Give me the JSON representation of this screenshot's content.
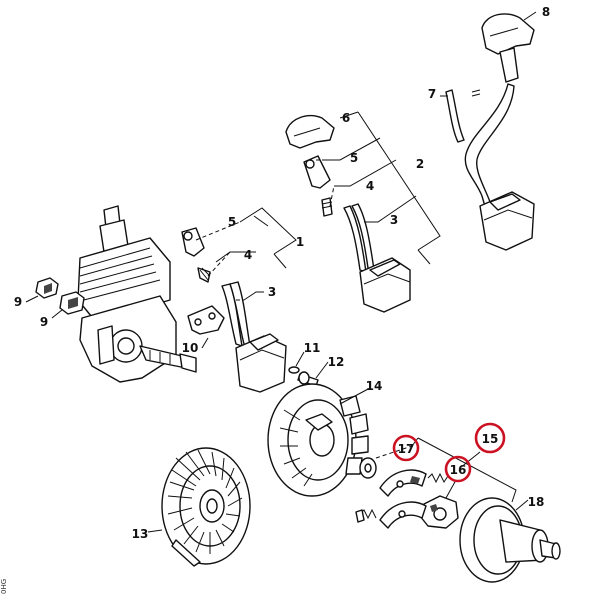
{
  "diagram": {
    "callouts": [
      {
        "id": "c1",
        "label": "1"
      },
      {
        "id": "c2",
        "label": "2"
      },
      {
        "id": "c3a",
        "label": "3"
      },
      {
        "id": "c3b",
        "label": "3"
      },
      {
        "id": "c4a",
        "label": "4"
      },
      {
        "id": "c4b",
        "label": "4"
      },
      {
        "id": "c5a",
        "label": "5"
      },
      {
        "id": "c5b",
        "label": "5"
      },
      {
        "id": "c6",
        "label": "6"
      },
      {
        "id": "c7",
        "label": "7"
      },
      {
        "id": "c8",
        "label": "8"
      },
      {
        "id": "c9a",
        "label": "9"
      },
      {
        "id": "c9b",
        "label": "9"
      },
      {
        "id": "c10",
        "label": "10"
      },
      {
        "id": "c11",
        "label": "11"
      },
      {
        "id": "c12",
        "label": "12"
      },
      {
        "id": "c13",
        "label": "13"
      },
      {
        "id": "c14",
        "label": "14"
      },
      {
        "id": "c15",
        "label": "15"
      },
      {
        "id": "c16",
        "label": "16"
      },
      {
        "id": "c17",
        "label": "17"
      },
      {
        "id": "c18",
        "label": "18"
      }
    ],
    "highlight_color": "#cc1122",
    "highlighted": [
      "15",
      "16",
      "17"
    ],
    "corner_code": "0HG"
  }
}
